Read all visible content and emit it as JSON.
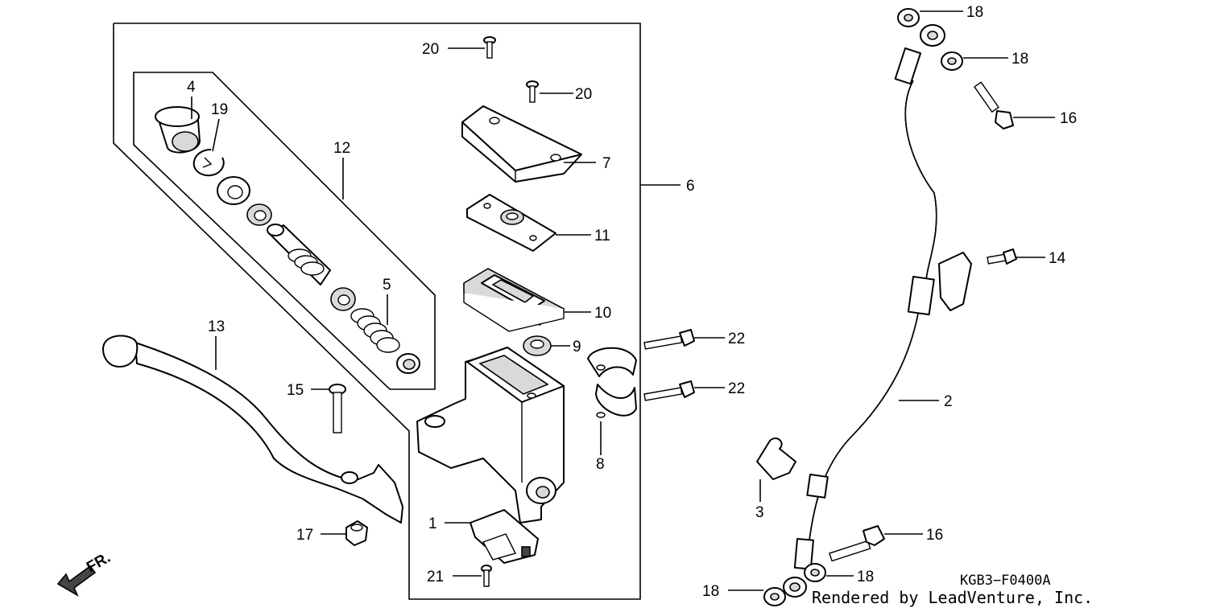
{
  "callouts": {
    "n1": "1",
    "n2": "2",
    "n3": "3",
    "n4": "4",
    "n5": "5",
    "n6": "6",
    "n7": "7",
    "n8": "8",
    "n9": "9",
    "n10": "10",
    "n11": "11",
    "n12": "12",
    "n13": "13",
    "n14": "14",
    "n15": "15",
    "n16": "16",
    "n17": "17",
    "n18": "18",
    "n19": "19",
    "n20": "20",
    "n21": "21",
    "n22": "22"
  },
  "direction_label": "FR.",
  "diagram_code": "KGB3−F0400A",
  "credit": "Rendered by LeadVenture, Inc."
}
